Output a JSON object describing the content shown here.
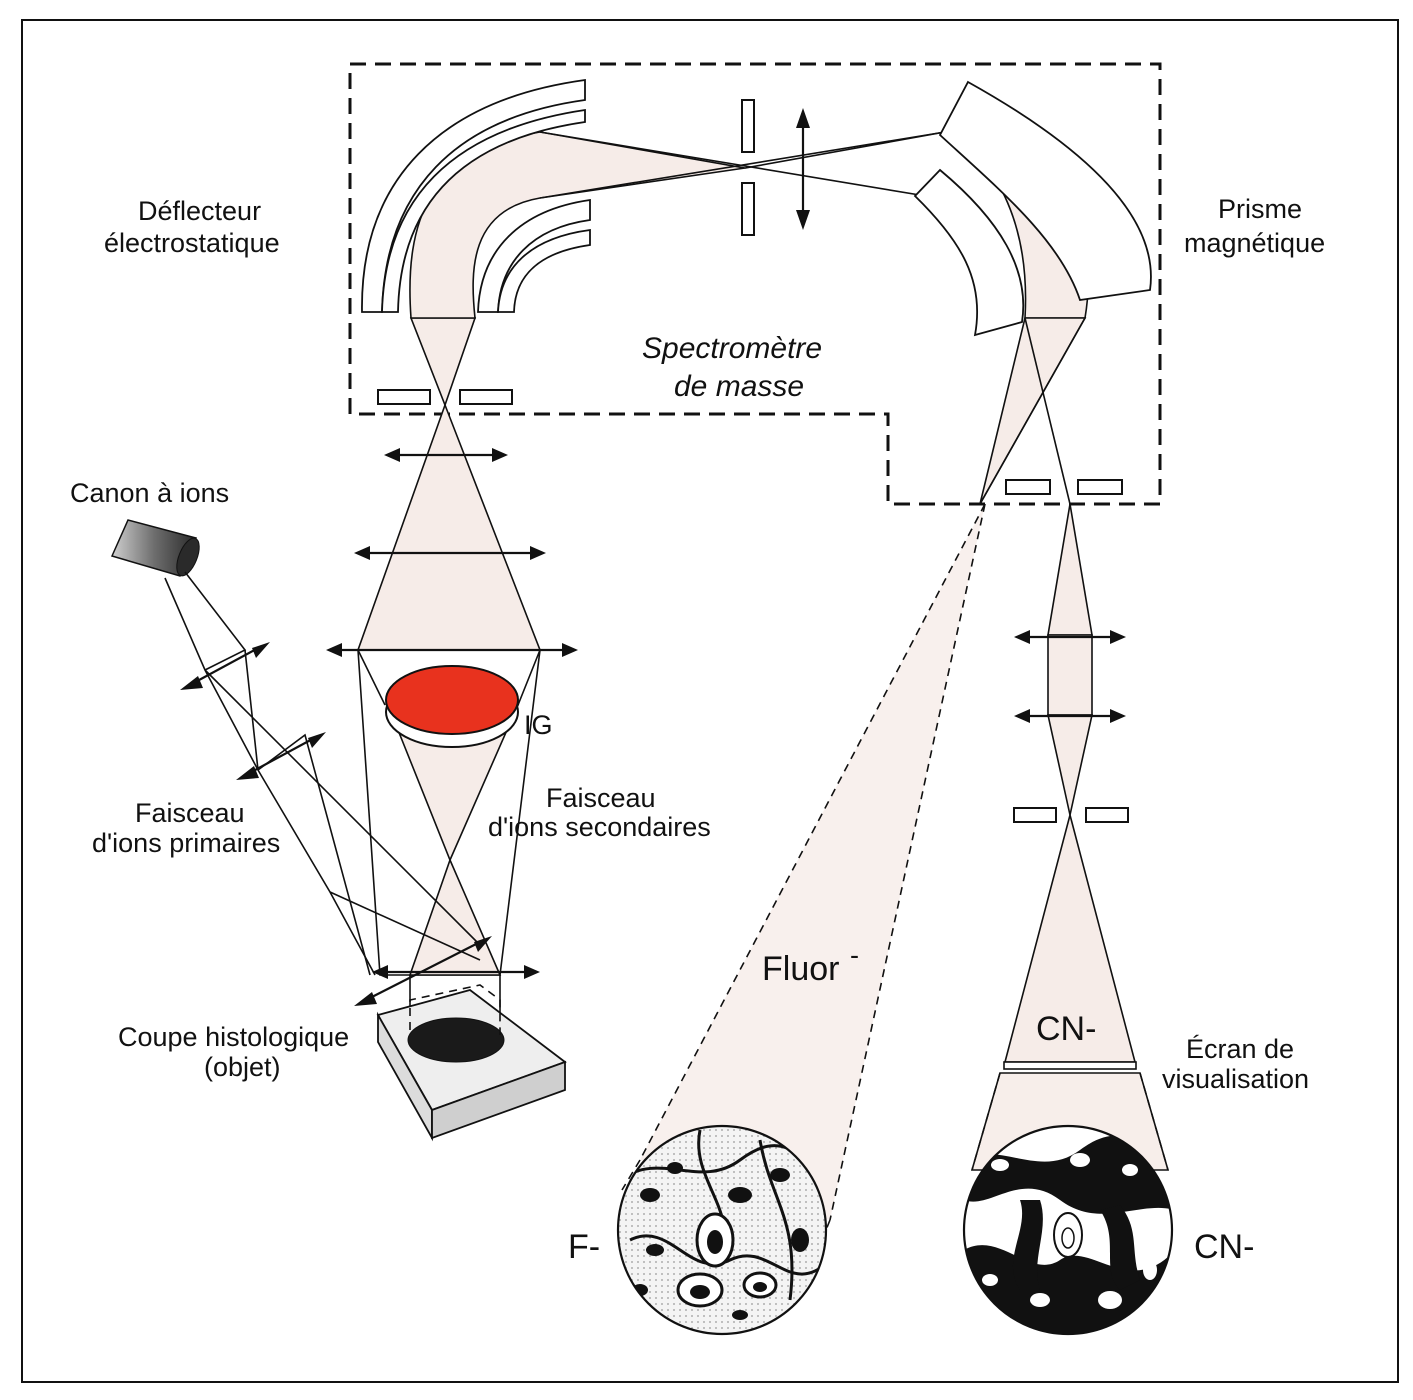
{
  "labels": {
    "deflector_line1": "Déflecteur",
    "deflector_line2": "électrostatique",
    "prism_line1": "Prisme",
    "prism_line2": "magnétique",
    "spectro_line1": "Spectromètre",
    "spectro_line2": "de masse",
    "ion_gun": "Canon à ions",
    "ig": "IG",
    "primary_line1": "Faisceau",
    "primary_line2": "d'ions primaires",
    "secondary_line1": "Faisceau",
    "secondary_line2": "d'ions secondaires",
    "sample_line1": "Coupe histologique",
    "sample_line2": "(objet)",
    "fluor": "Fluor",
    "fluor_sup": "-",
    "cn_beam": "CN-",
    "screen_line1": "Écran de",
    "screen_line2": "visualisation",
    "f_image": "F-",
    "cn_image": "CN-"
  },
  "colors": {
    "beam_fill": "#f6ece8",
    "ig_red": "#e8321e",
    "ink": "#111111",
    "gun_dark": "#3a3a3a"
  }
}
